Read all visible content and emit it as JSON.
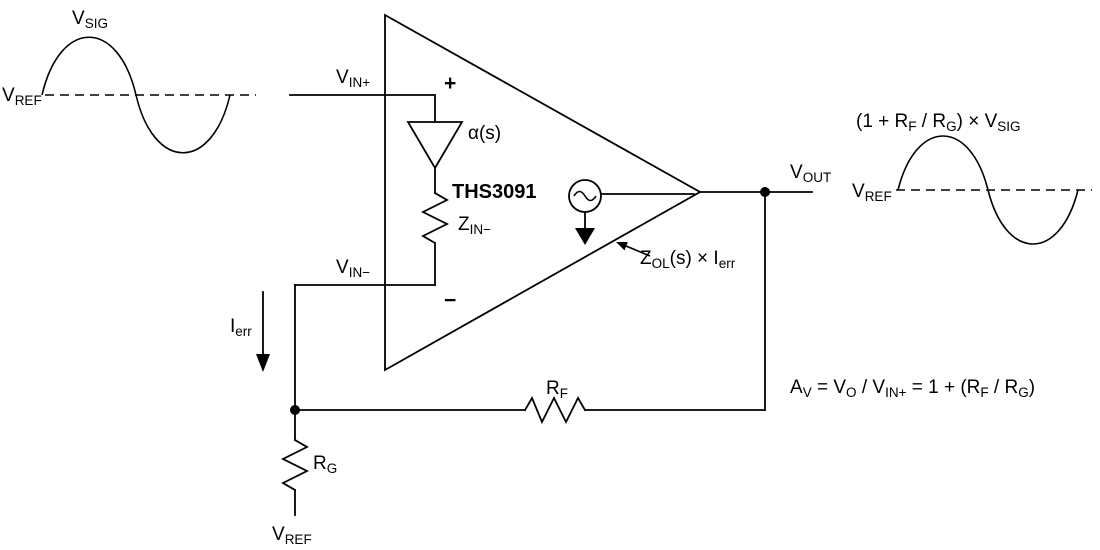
{
  "colors": {
    "ink": "#000000",
    "background": "#ffffff"
  },
  "labels": {
    "vsig": {
      "main": "V",
      "sub": "SIG"
    },
    "vref_left": {
      "main": "V",
      "sub": "REF"
    },
    "vin_plus": {
      "main": "V",
      "sub": "IN+"
    },
    "vin_minus": {
      "main": "V",
      "sub": "IN−"
    },
    "plus_sign": "+",
    "minus_sign": "−",
    "alpha": "α(s)",
    "zin": {
      "main": "Z",
      "sub": "IN−"
    },
    "device": "THS3091",
    "zol": {
      "p1": "Z",
      "s1": "OL",
      "p2": "(s) × I",
      "s2": "err"
    },
    "ierr": {
      "main": "I",
      "sub": "err"
    },
    "vout": {
      "main": "V",
      "sub": "OUT"
    },
    "rf": {
      "main": "R",
      "sub": "F"
    },
    "rg": {
      "main": "R",
      "sub": "G"
    },
    "vref_bottom": {
      "main": "V",
      "sub": "REF"
    },
    "gain_wave": {
      "p1": "(1 + R",
      "s1": "F",
      "p2": " / R",
      "s2": "G",
      "p3": ") × V",
      "s3": "SIG"
    },
    "vref_right": {
      "main": "V",
      "sub": "REF"
    },
    "equation": {
      "p1": "A",
      "s1": "V",
      "p2": " = V",
      "s2": "O",
      "p3": " / V",
      "s3": "IN+",
      "p4": " = 1 + (R",
      "s4": "F",
      "p5": " / R",
      "s5": "G",
      "p6": ")"
    }
  }
}
